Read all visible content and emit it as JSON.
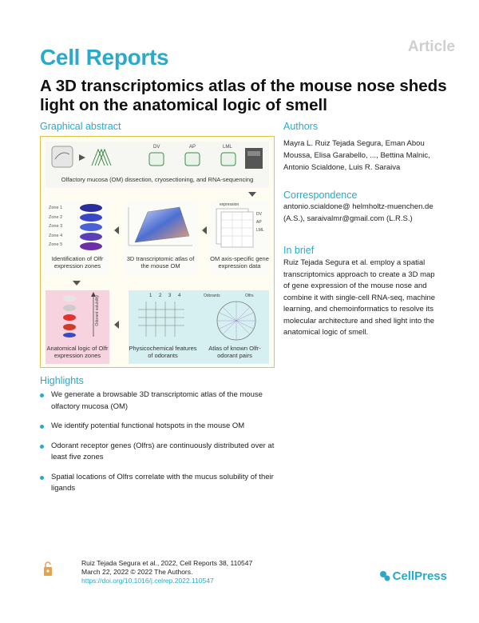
{
  "header": {
    "article_type": "Article",
    "journal": "Cell Reports",
    "title": "A 3D transcriptomics atlas of the mouse nose sheds light on the anatomical logic of smell"
  },
  "graphical_abstract": {
    "heading": "Graphical abstract",
    "panel1_caption": "Olfactory mucosa (OM) dissection, cryosectioning, and RNA-sequencing",
    "panel1_labels": [
      "DV",
      "AP",
      "LML"
    ],
    "zones": [
      "Zone 1",
      "Zone 2",
      "Zone 3",
      "Zone 4",
      "Zone 5"
    ],
    "panel2_caption": "Identification of Olfr expression zones",
    "panel3_caption": "3D transcriptomic atlas of the mouse OM",
    "panel4_caption": "OM axis-specific gene expression data",
    "panel4_labels": [
      "expression",
      "DV",
      "AP",
      "LML"
    ],
    "panel5_caption": "Anatomical logic of Olfr expression zones",
    "panel5_side_label": "Odorant solubility",
    "panel6_caption": "Physicochemical features of odorants",
    "panel6_labels": [
      "1",
      "2",
      "3",
      "4"
    ],
    "panel7_caption": "Atlas of known Olfr-odorant pairs",
    "panel7_legend": [
      "Odorants",
      "Olfrs"
    ]
  },
  "authors": {
    "heading": "Authors",
    "text": "Mayra L. Ruiz Tejada Segura, Eman Abou Moussa, Elisa Garabello, ..., Bettina Malnic, Antonio Scialdone, Luis R. Saraiva"
  },
  "correspondence": {
    "heading": "Correspondence",
    "text": "antonio.scialdone@ helmholtz-muenchen.de (A.S.), saraivalmr@gmail.com (L.R.S.)"
  },
  "in_brief": {
    "heading": "In brief",
    "text": "Ruiz Tejada Segura et al. employ a spatial transcriptomics approach to create a 3D map of gene expression of the mouse nose and combine it with single-cell RNA-seq, machine learning, and chemoinformatics to resolve its molecular architecture and shed light into the anatomical logic of smell."
  },
  "highlights": {
    "heading": "Highlights",
    "items": [
      "We generate a browsable 3D transcriptomic atlas of the mouse olfactory mucosa (OM)",
      "We identify potential functional hotspots in the mouse OM",
      "Odorant receptor genes (Olfrs) are continuously distributed over at least five zones",
      "Spatial locations of Olfrs correlate with the mucus solubility of their ligands"
    ]
  },
  "footer": {
    "citation": "Ruiz Tejada Segura et al., 2022, Cell Reports 38, 110547",
    "date_line": "March 22, 2022 © 2022 The Authors.",
    "doi": "https://doi.org/10.1016/j.celrep.2022.110547",
    "publisher": "CellPress"
  },
  "colors": {
    "accent": "#2aa9c9",
    "box_border": "#e2c14a",
    "panel_pink": "#f7d3e0",
    "panel_teal": "#d6f0f1"
  }
}
